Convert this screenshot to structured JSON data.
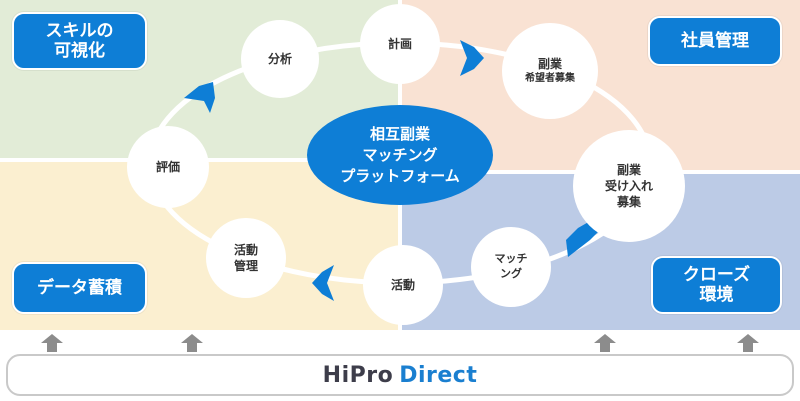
{
  "colors": {
    "accent": "#0e7ed6",
    "quad_tl": "#e2ecd7",
    "quad_tr": "#f9e2d3",
    "quad_bl": "#fbefd0",
    "quad_br": "#bccbe6",
    "arrow_up": "#8c8c8c",
    "ring": "#ffffff"
  },
  "corner_labels": {
    "skill": "スキルの\n可視化",
    "staff": "社員管理",
    "data": "データ蓄積",
    "close": "クローズ\n環境"
  },
  "center": "相互副業\nマッチング\nプラットフォーム",
  "cycle_nodes": {
    "plan": "計画",
    "recruit_title": "副業",
    "recruit_sub": "希望者募集",
    "accept": "副業\n受け入れ\n募集",
    "matching": "マッチ\nング",
    "activity": "活動",
    "activity_mgmt": "活動\n管理",
    "evaluation": "評価",
    "analysis": "分析"
  },
  "icons": [
    "chevron-right-icon",
    "chevron-down-left-icon",
    "chevron-left-icon",
    "chevron-up-right-icon",
    "up-arrow-icon"
  ],
  "brand": {
    "hi": "HiPro",
    "direct": "Direct"
  }
}
